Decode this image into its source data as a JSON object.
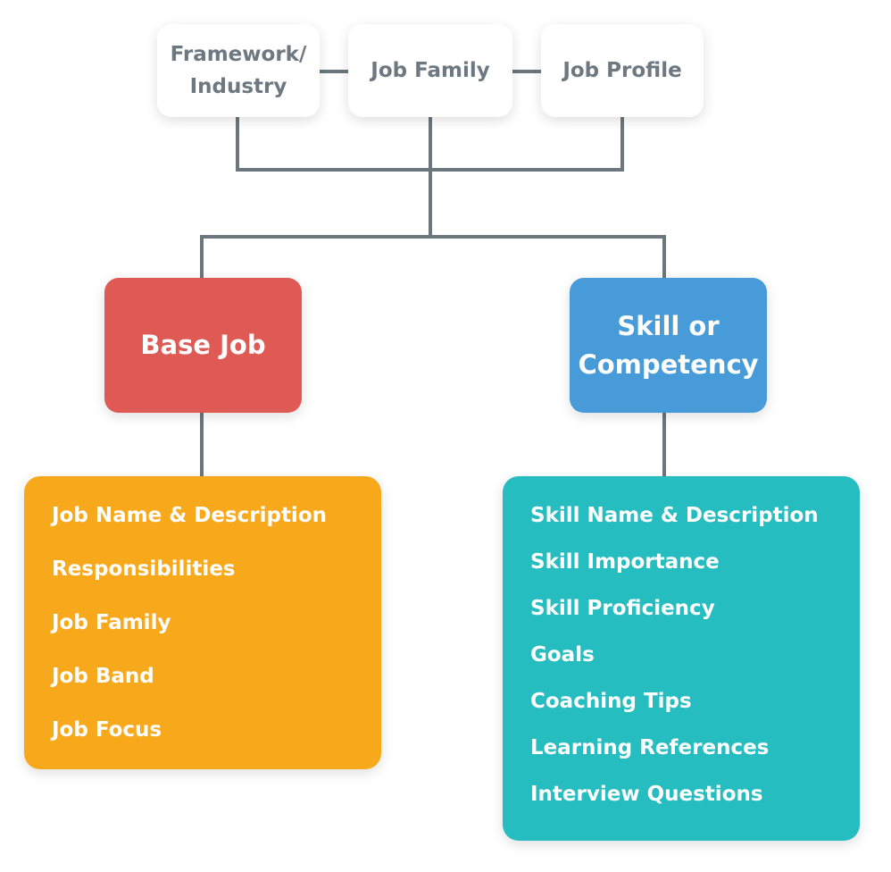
{
  "top_nodes": {
    "framework_line1": "Framework/",
    "framework_line2": "Industry",
    "job_family": "Job Family",
    "job_profile": "Job Profile"
  },
  "categories": {
    "base_job": "Base Job",
    "skill_line1": "Skill or",
    "skill_line2": "Competency"
  },
  "base_job_details": [
    "Job Name & Description",
    "Responsibilities",
    "Job Family",
    "Job Band",
    "Job Focus"
  ],
  "skill_details": [
    "Skill Name & Description",
    "Skill Importance",
    "Skill Proficiency",
    "Goals",
    "Coaching Tips",
    "Learning References",
    "Interview Questions"
  ],
  "colors": {
    "connector": "#6b767d",
    "top_text": "#6d7880",
    "base_job": "#e05a55",
    "skill": "#479bd8",
    "base_detail": "#f8a91b",
    "skill_detail": "#25bdbf"
  }
}
